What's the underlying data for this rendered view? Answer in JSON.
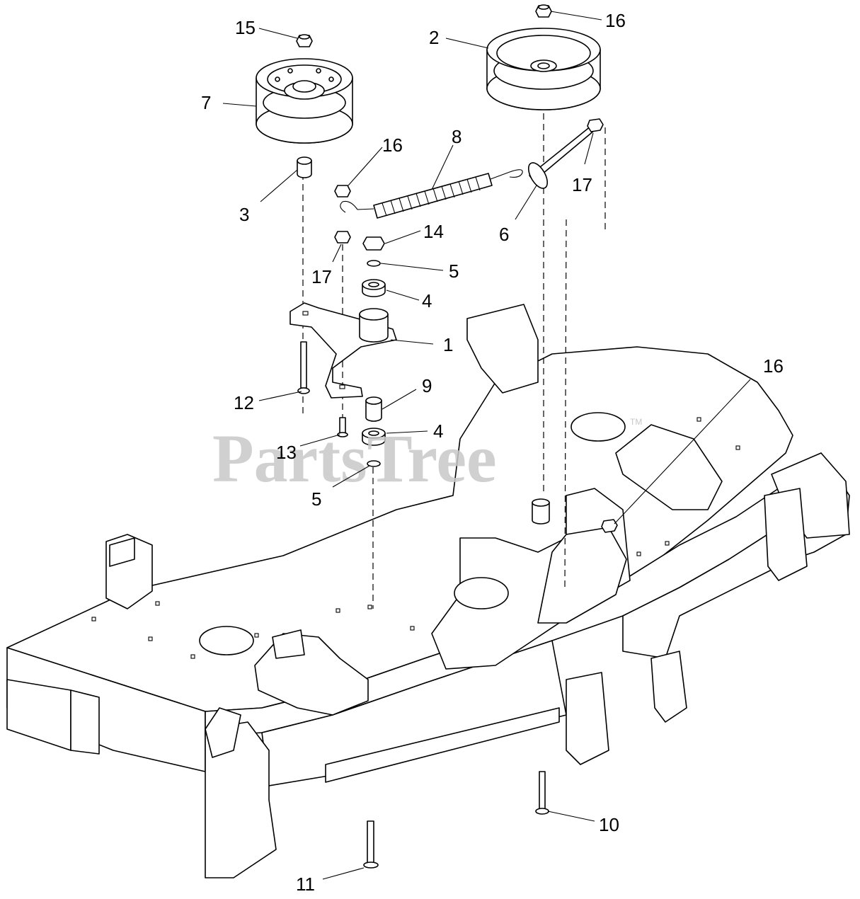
{
  "watermark": {
    "text": "PartsTree",
    "mark": "TM"
  },
  "callouts": [
    {
      "id": "c15",
      "label": "15"
    },
    {
      "id": "c2",
      "label": "2"
    },
    {
      "id": "c16a",
      "label": "16"
    },
    {
      "id": "c7",
      "label": "7"
    },
    {
      "id": "c16b",
      "label": "16"
    },
    {
      "id": "c8",
      "label": "8"
    },
    {
      "id": "c17a",
      "label": "17"
    },
    {
      "id": "c3",
      "label": "3"
    },
    {
      "id": "c6",
      "label": "6"
    },
    {
      "id": "c14",
      "label": "14"
    },
    {
      "id": "c5a",
      "label": "5"
    },
    {
      "id": "c17b",
      "label": "17"
    },
    {
      "id": "c4a",
      "label": "4"
    },
    {
      "id": "c1",
      "label": "1"
    },
    {
      "id": "c16c",
      "label": "16"
    },
    {
      "id": "c9",
      "label": "9"
    },
    {
      "id": "c12",
      "label": "12"
    },
    {
      "id": "c4b",
      "label": "4"
    },
    {
      "id": "c13",
      "label": "13"
    },
    {
      "id": "c5b",
      "label": "5"
    },
    {
      "id": "c10",
      "label": "10"
    },
    {
      "id": "c11",
      "label": "11"
    }
  ]
}
